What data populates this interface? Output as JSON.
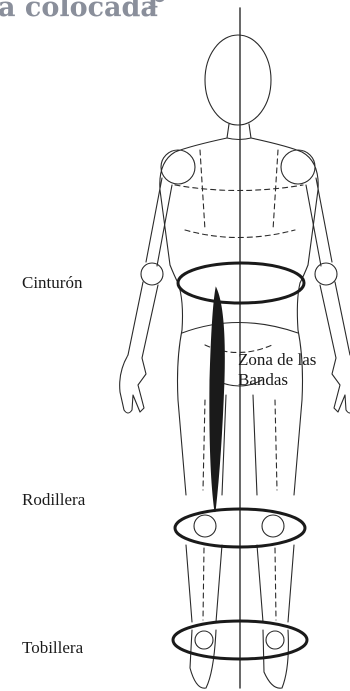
{
  "header": {
    "title_fragment": "a colocada"
  },
  "labels": {
    "belt": "Cinturón",
    "knee": "Rodillera",
    "ankle": "Tobillera",
    "zone_line1": "Zona de las",
    "zone_line2": "Bandas"
  },
  "colors": {
    "title": "#8a8f9b",
    "outline": "#2a2a2a",
    "band": "#1a1a1a"
  }
}
